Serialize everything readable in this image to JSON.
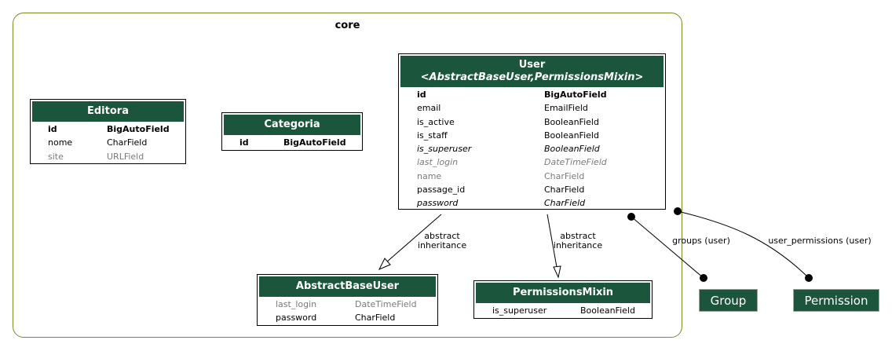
{
  "cluster": {
    "title": "core"
  },
  "models": {
    "editora": {
      "title": "Editora",
      "fields": [
        {
          "name": "id",
          "type": "BigAutoField",
          "style": "bold"
        },
        {
          "name": "nome",
          "type": "CharField",
          "style": "normal"
        },
        {
          "name": "site",
          "type": "URLField",
          "style": "gray"
        }
      ]
    },
    "categoria": {
      "title": "Categoria",
      "fields": [
        {
          "name": "id",
          "type": "BigAutoField",
          "style": "bold"
        }
      ]
    },
    "user": {
      "title": "User",
      "subtitle": "<AbstractBaseUser,PermissionsMixin>",
      "fields": [
        {
          "name": "id",
          "type": "BigAutoField",
          "style": "bold"
        },
        {
          "name": "email",
          "type": "EmailField",
          "style": "normal"
        },
        {
          "name": "is_active",
          "type": "BooleanField",
          "style": "normal"
        },
        {
          "name": "is_staff",
          "type": "BooleanField",
          "style": "normal"
        },
        {
          "name": "is_superuser",
          "type": "BooleanField",
          "style": "ital"
        },
        {
          "name": "last_login",
          "type": "DateTimeField",
          "style": "ital gray"
        },
        {
          "name": "name",
          "type": "CharField",
          "style": "gray"
        },
        {
          "name": "passage_id",
          "type": "CharField",
          "style": "normal"
        },
        {
          "name": "password",
          "type": "CharField",
          "style": "ital"
        }
      ]
    },
    "abstractbaseuser": {
      "title": "AbstractBaseUser",
      "fields": [
        {
          "name": "last_login",
          "type": "DateTimeField",
          "style": "gray"
        },
        {
          "name": "password",
          "type": "CharField",
          "style": "normal"
        }
      ]
    },
    "permissionsmixin": {
      "title": "PermissionsMixin",
      "fields": [
        {
          "name": "is_superuser",
          "type": "BooleanField",
          "style": "normal"
        }
      ]
    }
  },
  "external": {
    "group": "Group",
    "permission": "Permission"
  },
  "edges": {
    "inherit_abstract": "abstract\ninheritance",
    "inherit_permissions": "abstract\ninheritance",
    "groups": "groups (user)",
    "user_permissions": "user_permissions (user)"
  },
  "colors": {
    "header": "#1b553b",
    "cluster_border": "#7a8a22"
  }
}
